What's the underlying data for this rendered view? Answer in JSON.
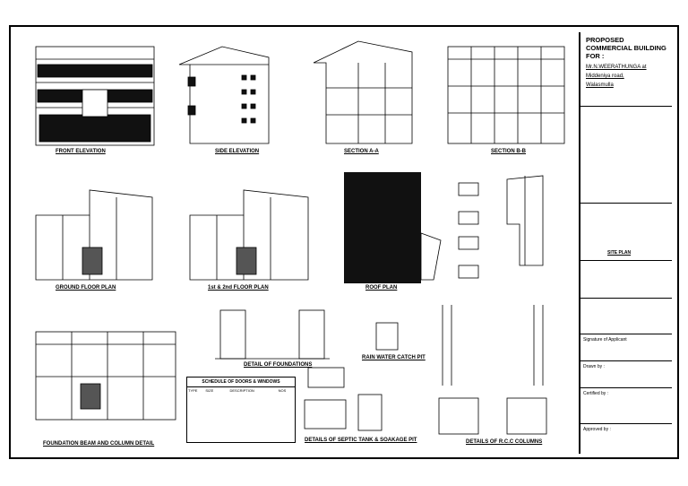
{
  "title_block": {
    "proposal_line1": "PROPOSED",
    "proposal_line2": "COMMERCIAL BUILDING FOR :",
    "client_name": "Mr.N.WEERATHUNGA at",
    "client_addr1": "Middeniya road,",
    "client_addr2": "Walasmulla",
    "site_plan_label": "SITE PLAN",
    "signature_label": "Signature of Applicant",
    "drawn_label": "Drawn by :",
    "checked_label": "Certified by :",
    "approved_label": "Approved by :"
  },
  "captions": {
    "front_elevation": "FRONT ELEVATION",
    "side_elevation": "SIDE ELEVATION",
    "section_aa": "SECTION A-A",
    "section_bb": "SECTION B-B",
    "ground_floor": "GROUND FLOOR PLAN",
    "first_floor": "1st & 2nd FLOOR PLAN",
    "roof_plan": "ROOF PLAN",
    "foundation_beam": "FOUNDATION BEAM AND COLUMN DETAIL",
    "detail_foundations": "DETAIL OF FOUNDATIONS",
    "rain_water": "RAIN WATER CATCH PIT",
    "septic": "DETAILS OF SEPTIC TANK & SOAKAGE PIT",
    "rc_columns": "DETAILS OF R.C.C COLUMNS",
    "schedule": "SCHEDULE OF DOORS & WINDOWS"
  },
  "schedule_headers": [
    "TYPE",
    "SIZE",
    "DESCRIPTION",
    "NOS"
  ]
}
